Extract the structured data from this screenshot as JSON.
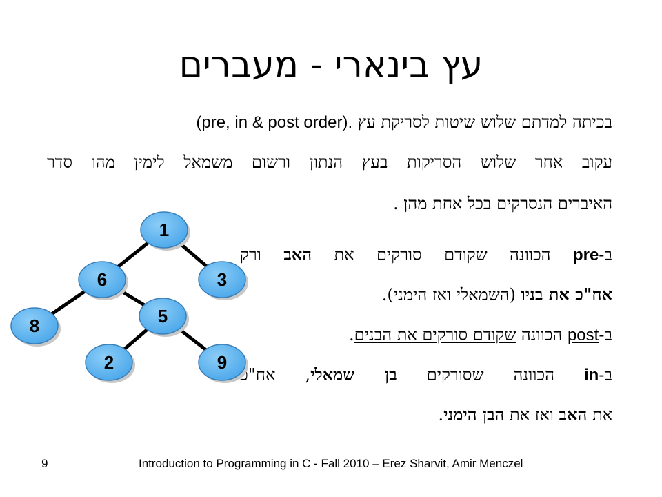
{
  "slide": {
    "title": "עץ בינארי - מעברים",
    "intro_line1_hebrew": "בכיתה למדתם שלוש שיטות לסריקת עץ",
    "intro_line1_latin": "(pre, in & post order).",
    "intro_line2": "עקוב אחר שלוש הסריקות בעץ הנתון ורשום משמאל לימין מהו סדר",
    "intro_line3": "האיברים הנסרקים בכל אחת מהן .",
    "pre_prefix": "ב-",
    "pre_term": "pre",
    "pre_text1": "הכוונה שקודם סורקים את",
    "pre_father": "האב",
    "pre_text2": "ורק",
    "pre_line2_bold": "אח\"כ את בניו",
    "pre_line2_rest": "(השמאלי ואז הימני).",
    "post_prefix": "ב-",
    "post_term": "post",
    "post_text1": "הכוונה",
    "post_underlined": "שקודם סורקים את הבנים",
    "post_end": ".",
    "in_prefix": "ב-",
    "in_term": "in",
    "in_text1": "הכוונה שסורקים",
    "in_left_son": "בן שמאלי",
    "in_text2": ", אח\"כ",
    "in_line2_a": "את",
    "in_father": "האב",
    "in_line2_b": "ואז את",
    "in_right_son": "הבן הימני",
    "in_end": ".",
    "footer_page": "9",
    "footer_text": "Introduction to Programming in C - Fall 2010 – Erez Sharvit, Amir Menczel"
  },
  "tree": {
    "nodes": [
      {
        "id": "n1",
        "label": "1"
      },
      {
        "id": "n6",
        "label": "6"
      },
      {
        "id": "n3",
        "label": "3"
      },
      {
        "id": "n8",
        "label": "8"
      },
      {
        "id": "n5",
        "label": "5"
      },
      {
        "id": "n2",
        "label": "2"
      },
      {
        "id": "n9",
        "label": "9"
      }
    ],
    "edges": [
      [
        "n1",
        "n6"
      ],
      [
        "n1",
        "n3"
      ],
      [
        "n6",
        "n8"
      ],
      [
        "n6",
        "n5"
      ],
      [
        "n5",
        "n2"
      ],
      [
        "n5",
        "n9"
      ]
    ],
    "node_fill": "#5fb6f2",
    "node_stroke": "#3a7fb8",
    "edge_color": "#000000"
  }
}
